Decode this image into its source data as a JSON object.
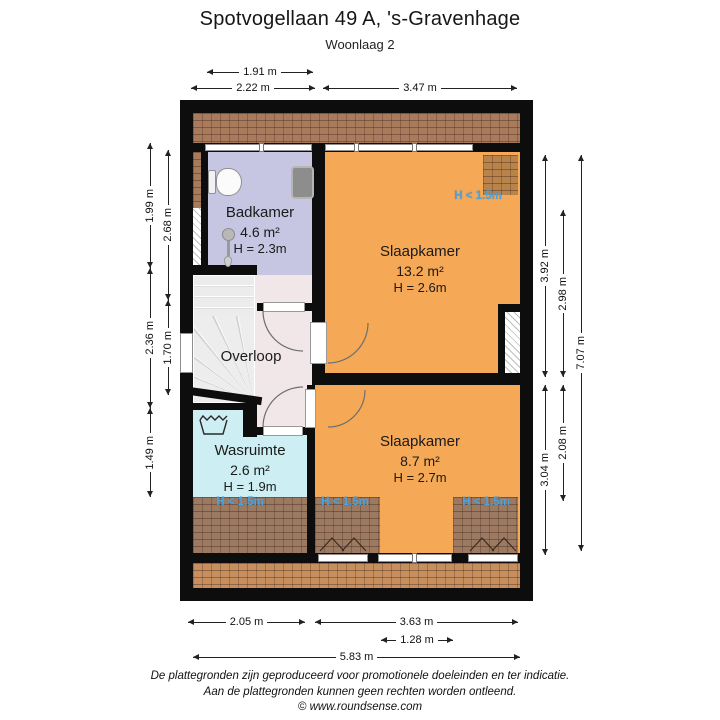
{
  "header": {
    "title": "Spotvogellaan 49 A, 's-Gravenhage",
    "subtitle": "Woonlaag 2"
  },
  "rooms": {
    "badkamer": {
      "name": "Badkamer",
      "area": "4.6 m²",
      "height": "H = 2.3m"
    },
    "slaapkamer1": {
      "name": "Slaapkamer",
      "area": "13.2 m²",
      "height": "H = 2.6m"
    },
    "overloop": {
      "name": "Overloop"
    },
    "wasruimte": {
      "name": "Wasruimte",
      "area": "2.6 m²",
      "height": "H = 1.9m"
    },
    "slaapkamer2": {
      "name": "Slaapkamer",
      "area": "8.7 m²",
      "height": "H = 2.7m"
    }
  },
  "low_height": {
    "text": "H < 1.5m"
  },
  "dimensions": {
    "top": [
      "1.91 m",
      "2.22 m",
      "3.47 m"
    ],
    "left": [
      "1.99 m",
      "2.36 m",
      "1.49 m",
      "2.68 m",
      "1.70 m"
    ],
    "right": [
      "3.92 m",
      "2.98 m",
      "7.07 m",
      "3.04 m",
      "2.08 m"
    ],
    "bottom": [
      "2.05 m",
      "3.63 m",
      "1.28 m",
      "5.83 m"
    ]
  },
  "footer": {
    "line1": "De plattegronden zijn geproduceerd voor promotionele doeleinden en ter indicatie.",
    "line2": "Aan de plattegronden kunnen geen rechten worden ontleend.",
    "line3": "© www.roundsense.com"
  },
  "colors": {
    "wall": "#0d0d0d",
    "bedroom_orange": "#f5a855",
    "bathroom_lavender": "#c6c6e2",
    "laundry_cyan": "#cdeef3",
    "landing_pink": "#f1e7e9",
    "roof_tiles": "#a87b5d",
    "roof_tiles_dark": "#9c7a62",
    "roof_tiles_light": "#c78f60",
    "roof_tiles_orange": "#b9834c",
    "low_height_blue": "#4da3dd"
  }
}
